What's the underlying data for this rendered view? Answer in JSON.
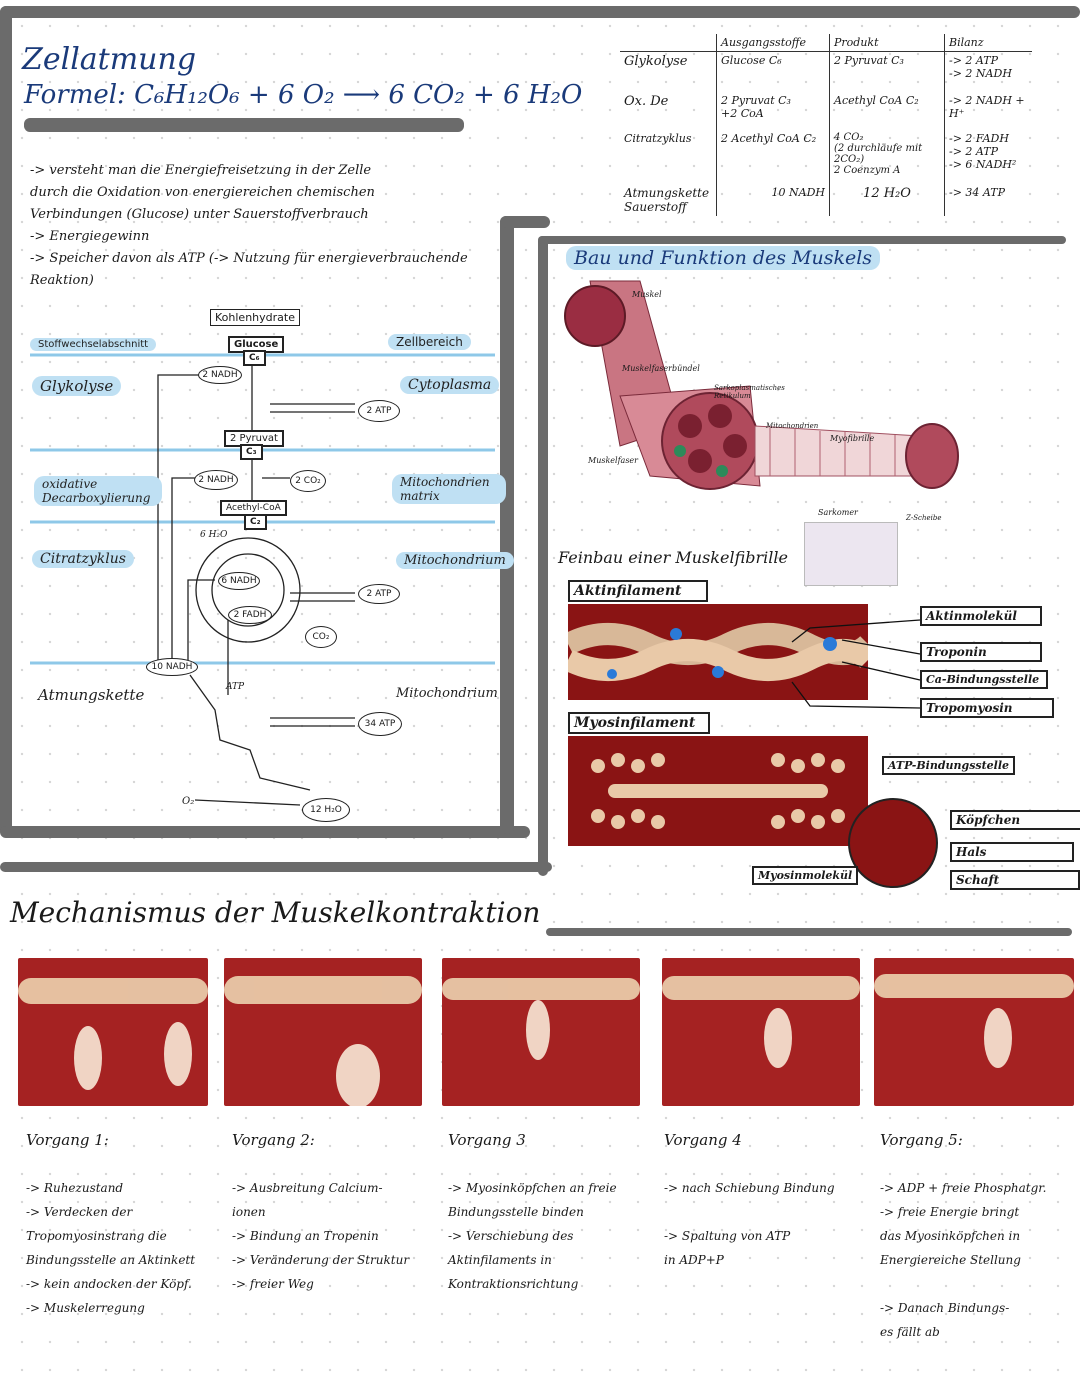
{
  "zellatmung": {
    "title": "Zellatmung",
    "formula": "Formel: C₆H₁₂O₆ + 6 O₂ ⟶ 6 CO₂ + 6 H₂O",
    "notes": [
      "-> versteht man die Energiefreisetzung in der Zelle",
      "durch die Oxidation von energiereichen chemischen",
      "Verbindungen (Glucose) unter Sauerstoffverbrauch",
      "-> Energiegewinn",
      "-> Speicher davon als ATP (-> Nutzung für energieverbrauchende Reaktion)"
    ],
    "diagram": {
      "kohlenhydrate": "Kohlenhydrate",
      "col_left": "Stoffwechselabschnitt",
      "col_right": "Zellbereich",
      "glucose": "Glucose",
      "c6": "C₆",
      "pyruvat": "2 Pyruvat",
      "c3": "C₃",
      "acetyl": "Acethyl-CoA",
      "c2": "C₂",
      "nadh2a": "2 NADH",
      "nadh2b": "2 NADH",
      "atp2a": "2 ATP",
      "co2a": "2 CO₂",
      "h2o6": "6 H₂O",
      "nadh6": "6 NADH",
      "fadh2": "2 FADH",
      "atp2b": "2 ATP",
      "co2b": "CO₂",
      "nadh10": "10 NADH",
      "atp_small": "ATP",
      "atp34": "34 ATP",
      "o2": "O₂",
      "h2o12": "12 H₂O",
      "stages": [
        {
          "left": "Glykolyse",
          "right": "Cytoplasma"
        },
        {
          "left": "oxidative Decarboxylierung",
          "right": "Mitochondrien matrix"
        },
        {
          "left": "Citratzyklus",
          "right": "Mitochondrium"
        },
        {
          "left": "Atmungskette",
          "right": "Mitochondrium"
        }
      ]
    }
  },
  "bilanz_table": {
    "headers": [
      "",
      "Ausgangsstoffe",
      "Produkt",
      "Bilanz"
    ],
    "rows": [
      [
        "Glykolyse",
        "Glucose C₆",
        "2 Pyruvat C₃",
        "-> 2 ATP\n-> 2 NADH"
      ],
      [
        "Ox. De",
        "2 Pyruvat C₃\n+2 CoA",
        "Acethyl CoA C₂",
        "-> 2 NADH + H⁺"
      ],
      [
        "Citratzyklus",
        "2 Acethyl CoA C₂",
        "4 CO₂\n(2 durchläufe mit 2CO₂)\n2 Coenzym A",
        "-> 2 FADH\n-> 2 ATP\n-> 6 NADH²"
      ],
      [
        "Atmungskette Sauerstoff",
        "10 NADH",
        "12 H₂O",
        "-> 34 ATP"
      ]
    ]
  },
  "muskel": {
    "title": "Bau und Funktion des Muskels",
    "labels": {
      "muskel": "Muskel",
      "faserbuendel": "Muskelfaserbündel",
      "sarko": "Sarkoplasmatisches Retikulum",
      "mito": "Mitochondrien",
      "myofibrille": "Myofibrille",
      "muskelfaser": "Muskelfaser",
      "sarkomer": "Sarkomer",
      "zscheibe": "Z-Scheibe"
    },
    "feinbau_title": "Feinbau einer Muskelfibrille",
    "aktin_title": "Aktinfilament",
    "aktin_labels": [
      "Aktinmolekül",
      "Troponin",
      "Ca-Bindungsstelle",
      "Tropomyosin"
    ],
    "myosin_title": "Myosinfilament",
    "myosin_labels": {
      "atp": "ATP-Bindungsstelle",
      "koepfchen": "Köpfchen",
      "hals": "Hals",
      "schaft": "Schaft",
      "molekuel": "Myosinmolekül"
    }
  },
  "kontraktion": {
    "title": "Mechanismus der Muskelkontraktion",
    "steps": [
      {
        "title": "Vorgang 1:",
        "text": "-> Ruhezustand\n-> Verdecken der Tropomyosinstrang die\nBindungsstelle an Aktinkett\n-> kein andocken der Köpf.\n-> Muskelerregung"
      },
      {
        "title": "Vorgang 2:",
        "text": "-> Ausbreitung Calcium-\nionen\n-> Bindung an Tropenin\n-> Veränderung der Struktur\n-> freier Weg"
      },
      {
        "title": "Vorgang 3",
        "text": "-> Myosinköpfchen an freie\nBindungsstelle binden\n-> Verschiebung des\nAktinfilaments in\nKontraktionsrichtung"
      },
      {
        "title": "Vorgang 4",
        "text": "-> nach Schiebung Bindung\n\n-> Spaltung von ATP\nin ADP+P"
      },
      {
        "title": "Vorgang 5:",
        "text": "-> ADP + freie Phosphatgr.\n-> freie Energie bringt\ndas Myosinköpfchen in\nEnergiereiche Stellung\n\n-> Danach Bindungs-\nes fällt ab"
      }
    ]
  },
  "colors": {
    "frame": "#6b6b6b",
    "highlight": "#bfe0f3",
    "muscle": "#a52222",
    "actin": "#e9c9a8"
  }
}
